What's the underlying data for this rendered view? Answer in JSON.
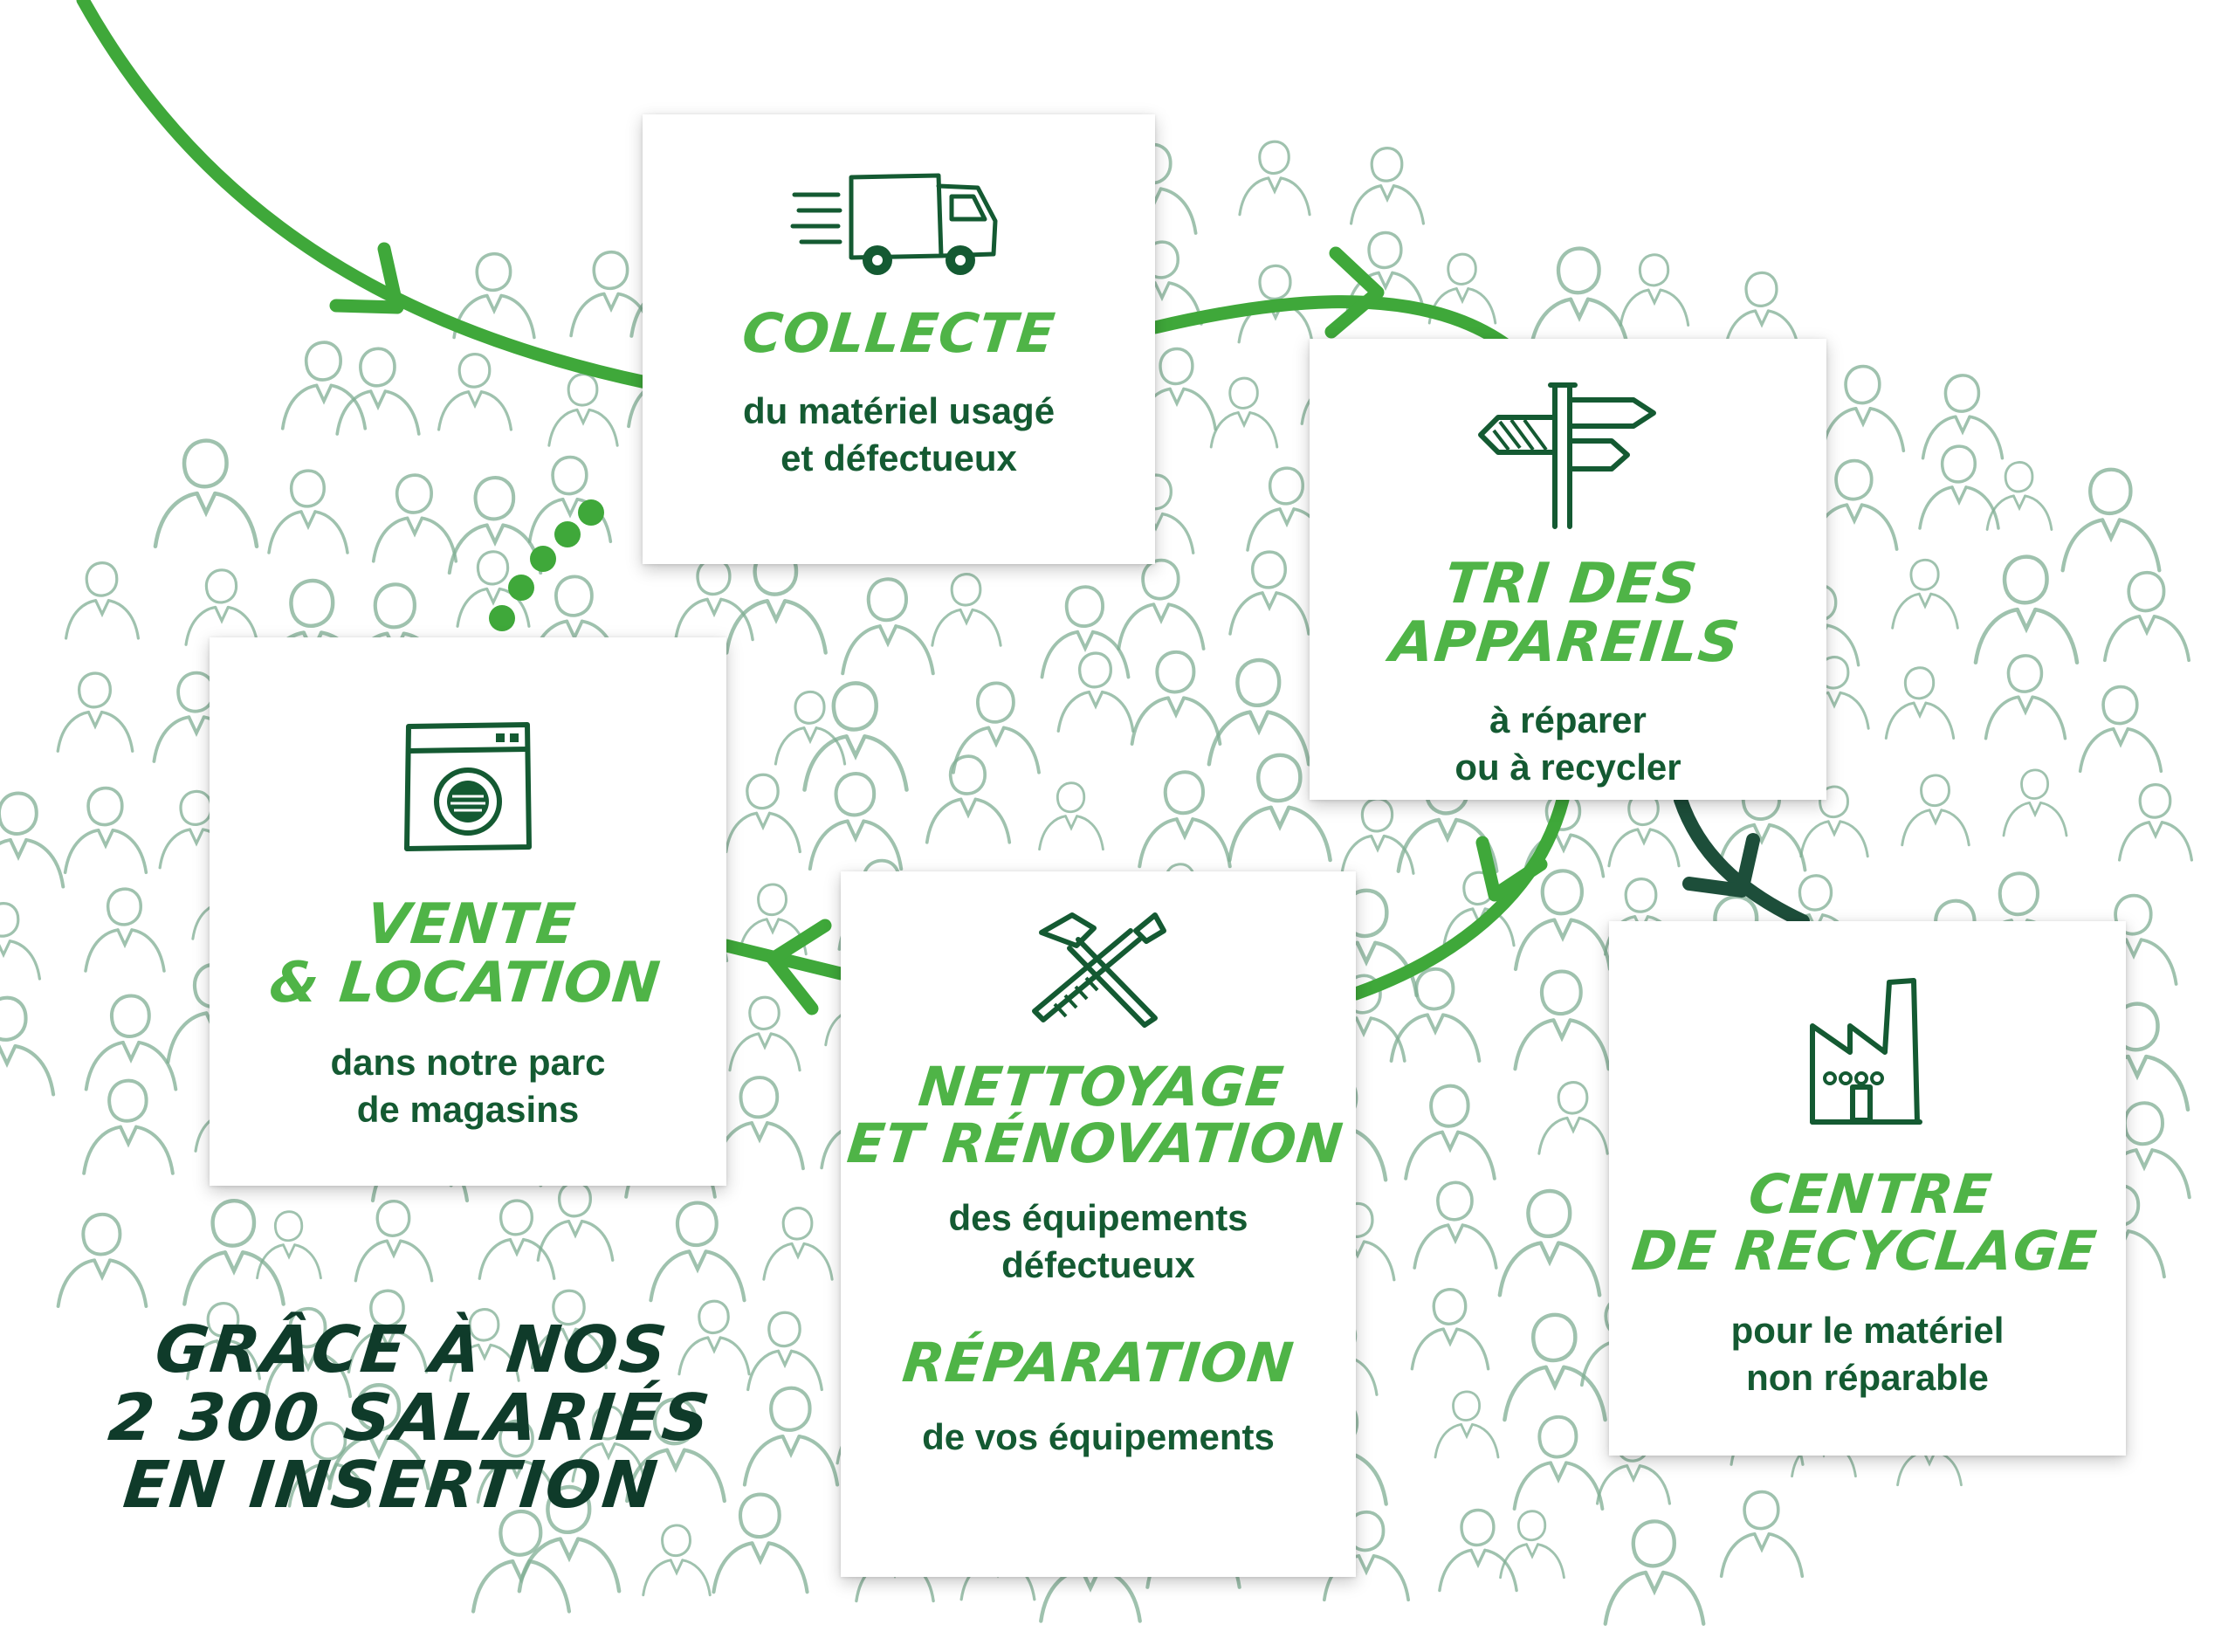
{
  "colors": {
    "green": "#4fb447",
    "dark_green": "#145a32",
    "dark_teal": "#1d4e3a",
    "sage": "#7fae93"
  },
  "cards": {
    "collecte": {
      "icon": "delivery-truck-icon",
      "title": [
        "COLLECTE"
      ],
      "desc": [
        "du matériel usagé",
        "et défectueux"
      ]
    },
    "tri": {
      "icon": "signpost-icon",
      "title": [
        "TRI DES",
        "APPAREILS"
      ],
      "desc": [
        "à réparer",
        "ou à recycler"
      ]
    },
    "vente": {
      "icon": "washing-machine-icon",
      "title": [
        "VENTE",
        "& LOCATION"
      ],
      "desc": [
        "dans notre parc",
        "de magasins"
      ]
    },
    "nettoyage": {
      "icon": "hammer-wrench-icon",
      "title": [
        "NETTOYAGE",
        "ET RÉNOVATION"
      ],
      "desc": [
        "des équipements",
        "défectueux"
      ],
      "title2": [
        "RÉPARATION"
      ],
      "desc2": [
        "de vos équipements"
      ]
    },
    "centre": {
      "icon": "factory-icon",
      "title": [
        "CENTRE",
        "DE RECYCLAGE"
      ],
      "desc": [
        "pour le matériel",
        "non  réparable"
      ]
    }
  },
  "tagline": [
    "GRÂCE À NOS",
    "2 300 SALARIÉS",
    "EN INSERTION"
  ]
}
